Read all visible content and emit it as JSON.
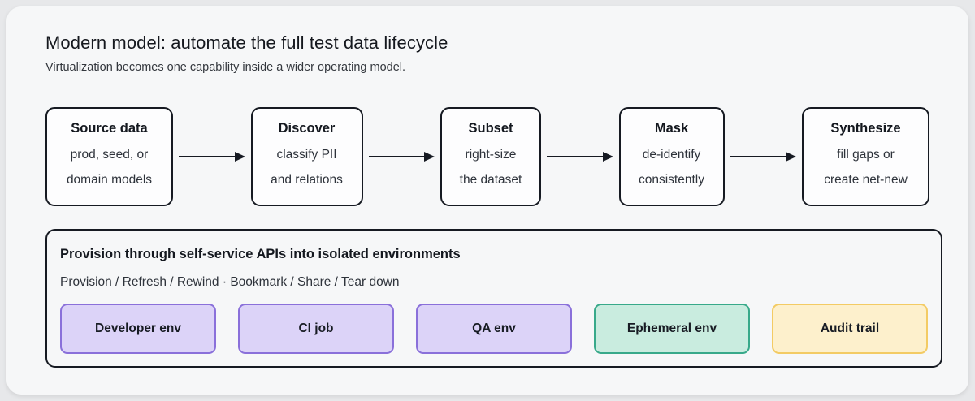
{
  "page": {
    "title": "Modern model: automate the full test data lifecycle",
    "subtitle": "Virtualization becomes one capability inside a wider operating model."
  },
  "flow": {
    "steps": [
      {
        "title": "Source data",
        "line1": "prod, seed, or",
        "line2": "domain models"
      },
      {
        "title": "Discover",
        "line1": "classify PII",
        "line2": "and relations"
      },
      {
        "title": "Subset",
        "line1": "right-size",
        "line2": "the dataset"
      },
      {
        "title": "Mask",
        "line1": "de-identify",
        "line2": "consistently"
      },
      {
        "title": "Synthesize",
        "line1": "fill gaps or",
        "line2": "create net-new"
      }
    ]
  },
  "provision_panel": {
    "heading": "Provision through self-service APIs into isolated environments",
    "actions": "Provision / Refresh / Rewind · Bookmark / Share / Tear down",
    "environments": [
      {
        "label": "Developer env",
        "fill": "#dcd3f8",
        "border": "#8a70da"
      },
      {
        "label": "CI job",
        "fill": "#dcd3f8",
        "border": "#8a70da"
      },
      {
        "label": "QA env",
        "fill": "#dcd3f8",
        "border": "#8a70da"
      },
      {
        "label": "Ephemeral env",
        "fill": "#c9ecdf",
        "border": "#38a98a"
      },
      {
        "label": "Audit trail",
        "fill": "#fdf0cc",
        "border": "#f3cb64"
      }
    ]
  },
  "colors": {
    "outer_background": "#e7e8ea",
    "card_background": "#f6f7f8",
    "box_background": "#fdfdfe",
    "stroke_dark": "#161a22",
    "title_text": "#15181e",
    "body_text": "#2e333b"
  }
}
